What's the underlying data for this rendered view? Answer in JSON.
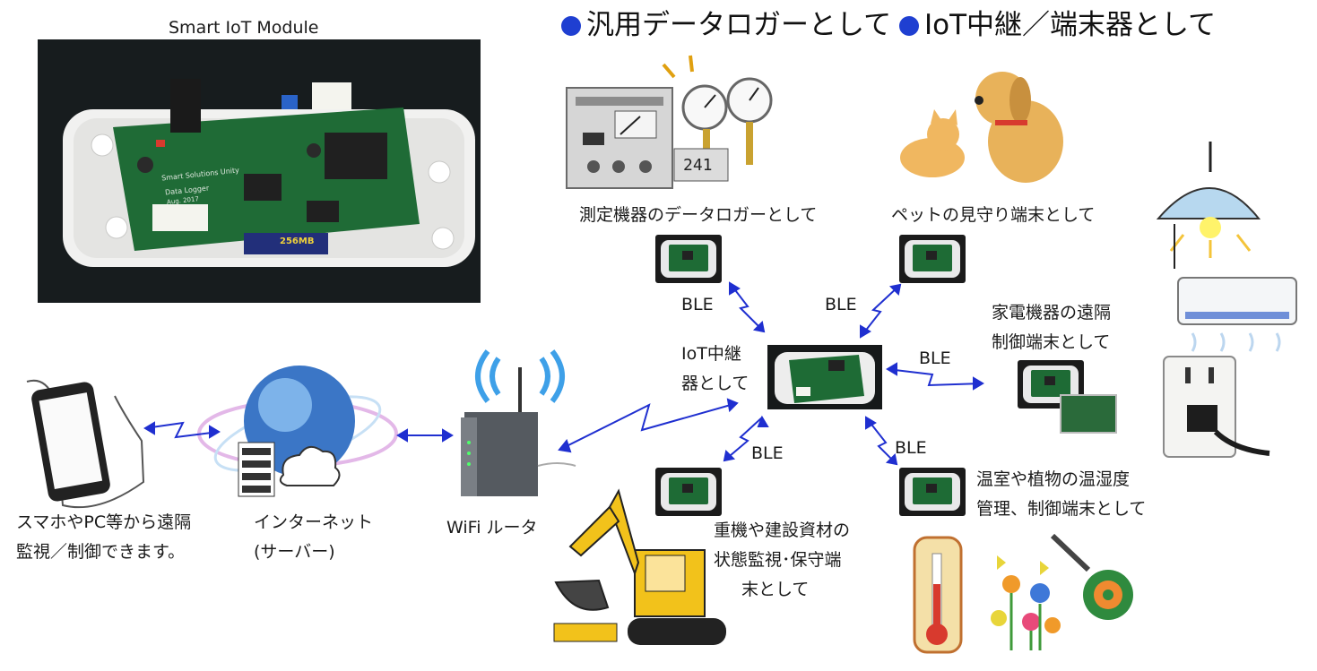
{
  "module_title": "Smart  IoT Module",
  "headings": {
    "left": "汎用データロガーとして",
    "right": "IoT中継／端末器として"
  },
  "labels": {
    "measure": "測定機器のデータロガーとして",
    "pet": "ペットの見守り端末として",
    "appliance_1": "家電機器の遠隔",
    "appliance_2": "制御端末として",
    "relay_1": "IoT中継",
    "relay_2": "器として",
    "greenhouse_1": "温室や植物の温湿度",
    "greenhouse_2": "管理、制御端末として",
    "heavy_1": "重機や建設資材の",
    "heavy_2": "状態監視･保守端",
    "heavy_3": "末として",
    "phone_1": "スマホやPC等から遠隔",
    "phone_2": "監視／制御できます。",
    "internet_1": "インターネット",
    "internet_2": "(サーバー)",
    "router": "WiFi ルータ"
  },
  "ble_label": "BLE",
  "pcb_text": {
    "brand": "Smart Solutions Unity",
    "board": "Data Logger",
    "date": "Aug. 2017",
    "sd": "256MB"
  },
  "meter_display": "241",
  "colors": {
    "heading_bullet": "#1f3fd1",
    "link_line": "#1f2fd0",
    "pcb_green": "#1e6b35",
    "case": "#e9e9ea",
    "excavator": "#f2c21b"
  }
}
